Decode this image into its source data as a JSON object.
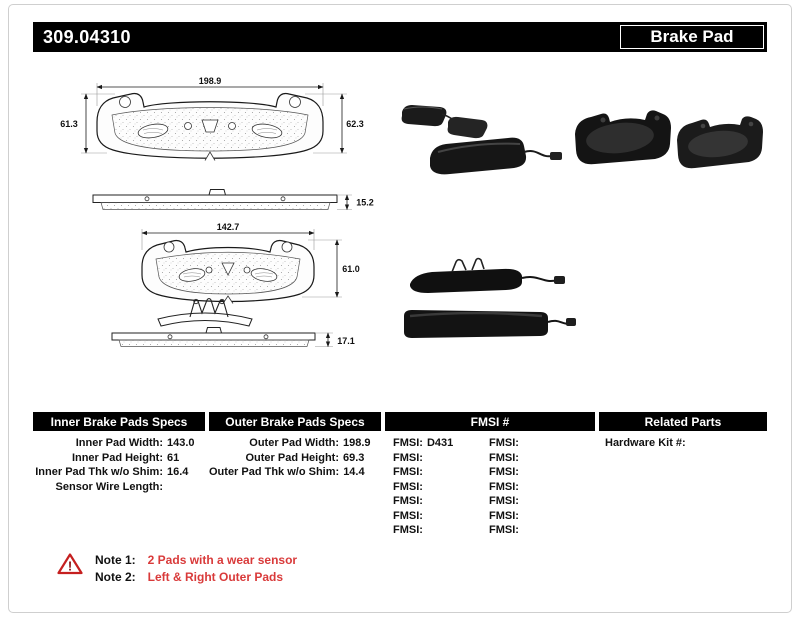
{
  "colors": {
    "bar_black": "#000000",
    "note_red": "#d93a3a",
    "warning_red": "#c51f1f"
  },
  "header": {
    "part_number": "309.04310",
    "title": "Brake Pad"
  },
  "diagram": {
    "outer_pad": {
      "width": "198.9",
      "height_left": "61.3",
      "height_right": "62.3",
      "thickness": "15.2"
    },
    "inner_pad": {
      "width": "142.7",
      "height": "61.0",
      "thickness": "17.1"
    }
  },
  "table": {
    "inner": {
      "title": "Inner Brake Pads Specs",
      "rows": [
        {
          "label": "Inner Pad Width:",
          "value": "143.0"
        },
        {
          "label": "Inner Pad Height:",
          "value": "61"
        },
        {
          "label": "Inner Pad Thk w/o Shim:",
          "value": "16.4"
        },
        {
          "label": "Sensor Wire Length:",
          "value": ""
        }
      ]
    },
    "outer": {
      "title": "Outer Brake Pads Specs",
      "rows": [
        {
          "label": "Outer Pad Width:",
          "value": "198.9"
        },
        {
          "label": "Outer Pad Height:",
          "value": "69.3"
        },
        {
          "label": "Outer Pad Thk w/o Shim:",
          "value": "14.4"
        }
      ]
    },
    "fmsi": {
      "title": "FMSI #",
      "col1": [
        {
          "label": "FMSI:",
          "value": "D431"
        },
        {
          "label": "FMSI:",
          "value": ""
        },
        {
          "label": "FMSI:",
          "value": ""
        },
        {
          "label": "FMSI:",
          "value": ""
        },
        {
          "label": "FMSI:",
          "value": ""
        },
        {
          "label": "FMSI:",
          "value": ""
        },
        {
          "label": "FMSI:",
          "value": ""
        }
      ],
      "col2": [
        {
          "label": "FMSI:",
          "value": ""
        },
        {
          "label": "FMSI:",
          "value": ""
        },
        {
          "label": "FMSI:",
          "value": ""
        },
        {
          "label": "FMSI:",
          "value": ""
        },
        {
          "label": "FMSI:",
          "value": ""
        },
        {
          "label": "FMSI:",
          "value": ""
        },
        {
          "label": "FMSI:",
          "value": ""
        }
      ]
    },
    "related": {
      "title": "Related Parts",
      "rows": [
        {
          "label": "Hardware Kit #:",
          "value": ""
        }
      ]
    }
  },
  "notes": {
    "warning_glyph": "!",
    "items": [
      {
        "label": "Note 1:",
        "text": "2 Pads with a wear sensor"
      },
      {
        "label": "Note 2:",
        "text": "Left & Right Outer Pads"
      }
    ]
  }
}
